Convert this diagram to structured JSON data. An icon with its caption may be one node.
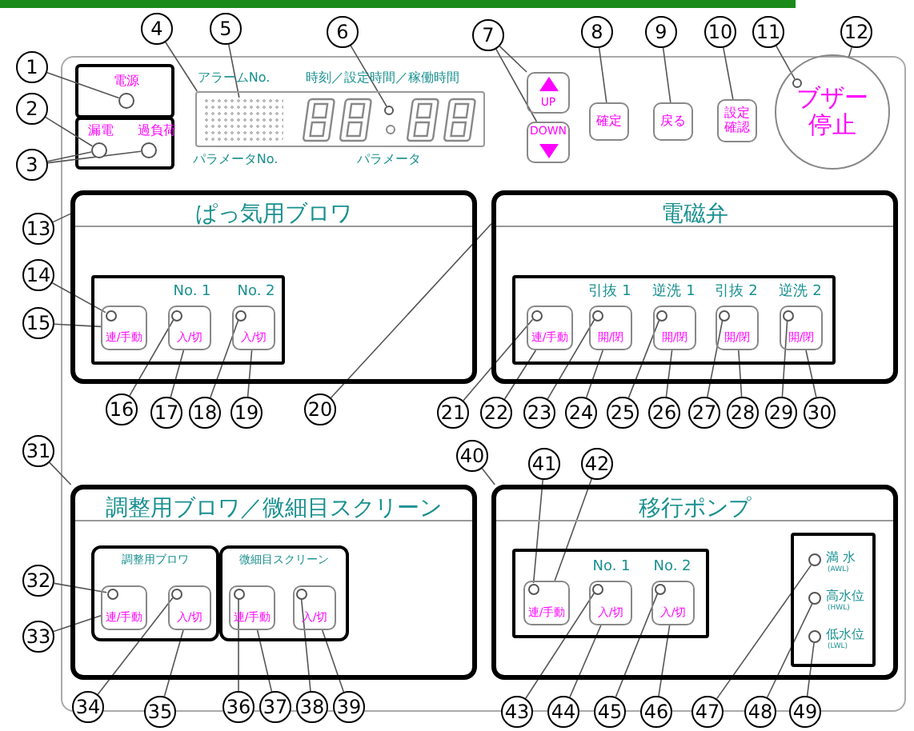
{
  "diagram": {
    "nodes": [
      {
        "text": [
          "1"
        ]
      },
      {
        "text": [
          "2"
        ]
      },
      {
        "text": [
          "3"
        ]
      },
      {
        "text": [
          "4"
        ]
      },
      {
        "text": [
          "5"
        ]
      },
      {
        "text": [
          "6"
        ]
      },
      {
        "text": [
          "7"
        ]
      },
      {
        "text": [
          "8"
        ]
      },
      {
        "text": [
          "9"
        ]
      },
      {
        "text": [
          "10"
        ]
      },
      {
        "text": [
          "11"
        ]
      },
      {
        "text": [
          "12"
        ]
      },
      {
        "text": [
          "13"
        ]
      },
      {
        "text": [
          "14"
        ]
      },
      {
        "text": [
          "15"
        ]
      },
      {
        "text": [
          "16"
        ]
      },
      {
        "text": [
          "17"
        ]
      },
      {
        "text": [
          "18"
        ]
      },
      {
        "text": [
          "19"
        ]
      },
      {
        "text": [
          "20"
        ]
      },
      {
        "text": [
          "21"
        ]
      },
      {
        "text": [
          "22"
        ]
      },
      {
        "text": [
          "23"
        ]
      },
      {
        "text": [
          "24"
        ]
      },
      {
        "text": [
          "25"
        ]
      },
      {
        "text": [
          "26"
        ]
      },
      {
        "text": [
          "27"
        ]
      },
      {
        "text": [
          "28"
        ]
      },
      {
        "text": [
          "29"
        ]
      },
      {
        "text": [
          "30"
        ]
      },
      {
        "text": [
          "31"
        ]
      },
      {
        "text": [
          "32"
        ]
      },
      {
        "text": [
          "33"
        ]
      },
      {
        "text": [
          "34"
        ]
      },
      {
        "text": [
          "35"
        ]
      },
      {
        "text": [
          "36"
        ]
      },
      {
        "text": [
          "37"
        ]
      },
      {
        "text": [
          "38"
        ]
      },
      {
        "text": [
          "39"
        ]
      },
      {
        "text": [
          "40"
        ]
      },
      {
        "text": [
          "41"
        ]
      },
      {
        "text": [
          "42"
        ]
      },
      {
        "text": [
          "43"
        ]
      },
      {
        "text": [
          "44"
        ]
      },
      {
        "text": [
          "45"
        ]
      },
      {
        "text": [
          "46"
        ]
      },
      {
        "text": [
          "47"
        ]
      },
      {
        "text": [
          "48"
        ]
      },
      {
        "text": [
          "49"
        ]
      },
      {
        "text": [],
        "shape": "circle",
        "beside": [
          "電源"
        ]
      },
      {
        "text": [],
        "shape": "circle",
        "beside": [
          "漏電"
        ]
      },
      {
        "text": [],
        "shape": "circle",
        "beside": [
          "過負荷"
        ]
      },
      {
        "text": [],
        "shape": "box"
      },
      {
        "text": [],
        "shape": "box",
        "in": 52
      },
      {
        "text": [],
        "shape": "circle",
        "in": 52
      },
      {
        "text": [
          "UP"
        ]
      },
      {
        "text": [
          "DOWN"
        ]
      },
      {
        "text": [
          "確定"
        ]
      },
      {
        "text": [
          "戻る"
        ]
      },
      {
        "text": [
          "設定確認"
        ]
      },
      {
        "text": [
          "ブザー停止"
        ]
      },
      {
        "text": [],
        "shape": "circle",
        "in": 60
      },
      {
        "text": [
          "ぱっ気用ブロワ"
        ]
      },
      {
        "text": [],
        "shape": "box",
        "in": 62
      },
      {
        "text": [
          "連/手動"
        ],
        "in": 63
      },
      {
        "text": [],
        "shape": "circle",
        "in": 64
      },
      {
        "text": [
          "入/切"
        ],
        "in": 63,
        "beside": [
          "No. 1"
        ]
      },
      {
        "text": [],
        "shape": "circle",
        "in": 66
      },
      {
        "text": [
          "入/切"
        ],
        "in": 63,
        "beside": [
          "No. 2"
        ]
      },
      {
        "text": [],
        "shape": "circle",
        "in": 68
      },
      {
        "text": [
          "電磁弁"
        ]
      },
      {
        "text": [],
        "shape": "box",
        "in": 70
      },
      {
        "text": [
          "連/手動"
        ],
        "in": 71
      },
      {
        "text": [],
        "shape": "circle",
        "in": 72
      },
      {
        "text": [
          "開/閉"
        ],
        "in": 71,
        "beside": [
          "引抜 1"
        ]
      },
      {
        "text": [],
        "shape": "circle",
        "in": 74
      },
      {
        "text": [
          "開/閉"
        ],
        "in": 71,
        "beside": [
          "逆洗 1"
        ]
      },
      {
        "text": [],
        "shape": "circle",
        "in": 76
      },
      {
        "text": [
          "開/閉"
        ],
        "in": 71,
        "beside": [
          "引抜 2"
        ]
      },
      {
        "text": [],
        "shape": "circle",
        "in": 78
      },
      {
        "text": [
          "開/閉"
        ],
        "in": 71,
        "beside": [
          "逆洗 2"
        ]
      },
      {
        "text": [],
        "shape": "circle",
        "in": 80
      },
      {
        "text": [
          "調整用ブロワ／微細目スクリーン"
        ]
      },
      {
        "text": [
          "調整用ブロワ"
        ],
        "in": 82
      },
      {
        "text": [
          "連/手動"
        ],
        "in": 83
      },
      {
        "text": [],
        "shape": "circle",
        "in": 84
      },
      {
        "text": [
          "入/切"
        ],
        "in": 83
      },
      {
        "text": [],
        "shape": "circle",
        "in": 86
      },
      {
        "text": [
          "微細目スクリーン"
        ],
        "in": 82
      },
      {
        "text": [
          "連/手動"
        ],
        "in": 88
      },
      {
        "text": [],
        "shape": "circle",
        "in": 89
      },
      {
        "text": [
          "入/切"
        ],
        "in": 88
      },
      {
        "text": [],
        "shape": "circle",
        "in": 91
      },
      {
        "text": [
          "移行ポンプ"
        ]
      },
      {
        "text": [],
        "shape": "box",
        "in": 93
      },
      {
        "text": [
          "連/手動"
        ],
        "in": 94
      },
      {
        "text": [],
        "shape": "circle",
        "in": 95
      },
      {
        "text": [
          "入/切"
        ],
        "in": 94,
        "beside": [
          "No. 1"
        ]
      },
      {
        "text": [],
        "shape": "circle",
        "in": 97
      },
      {
        "text": [
          "入/切"
        ],
        "in": 94,
        "beside": [
          "No. 2"
        ]
      },
      {
        "text": [],
        "shape": "circle",
        "in": 99
      },
      {
        "text": [],
        "shape": "box",
        "in": 93
      },
      {
        "text": [],
        "shape": "circle",
        "in": 101,
        "beside": [
          "満 水",
          "(AWL)"
        ]
      },
      {
        "text": [],
        "shape": "circle",
        "in": 101,
        "beside": [
          "高水位",
          "(HWL)"
        ]
      },
      {
        "text": [],
        "shape": "circle",
        "in": 101,
        "beside": [
          "低水位",
          "(LWL)"
        ]
      }
    ],
    "edges": [
      {
        "from": 0,
        "to": 49,
        "arrow": "none"
      },
      {
        "from": 1,
        "to": 50,
        "arrow": "none"
      },
      {
        "from": 2,
        "to": 50,
        "arrow": "none"
      },
      {
        "from": 2,
        "to": 51,
        "arrow": "none"
      },
      {
        "from": 3,
        "to": 52,
        "arrow": "none"
      },
      {
        "from": 4,
        "to": 53,
        "arrow": "none"
      },
      {
        "from": 5,
        "to": 54,
        "arrow": "none"
      },
      {
        "from": 6,
        "to": 55,
        "arrow": "none"
      },
      {
        "from": 6,
        "to": 56,
        "arrow": "none"
      },
      {
        "from": 7,
        "to": 57,
        "arrow": "none"
      },
      {
        "from": 8,
        "to": 58,
        "arrow": "none"
      },
      {
        "from": 9,
        "to": 59,
        "arrow": "none"
      },
      {
        "from": 10,
        "to": 61,
        "arrow": "none"
      },
      {
        "from": 11,
        "to": 60,
        "arrow": "none"
      },
      {
        "from": 12,
        "to": 62,
        "arrow": "none"
      },
      {
        "from": 13,
        "to": 65,
        "arrow": "none"
      },
      {
        "from": 14,
        "to": 64,
        "arrow": "none"
      },
      {
        "from": 15,
        "to": 67,
        "arrow": "none"
      },
      {
        "from": 16,
        "to": 66,
        "arrow": "none"
      },
      {
        "from": 17,
        "to": 69,
        "arrow": "none"
      },
      {
        "from": 18,
        "to": 68,
        "arrow": "none"
      },
      {
        "from": 19,
        "to": 70,
        "arrow": "none"
      },
      {
        "from": 20,
        "to": 73,
        "arrow": "none"
      },
      {
        "from": 21,
        "to": 72,
        "arrow": "none"
      },
      {
        "from": 22,
        "to": 75,
        "arrow": "none"
      },
      {
        "from": 23,
        "to": 74,
        "arrow": "none"
      },
      {
        "from": 24,
        "to": 77,
        "arrow": "none"
      },
      {
        "from": 25,
        "to": 76,
        "arrow": "none"
      },
      {
        "from": 26,
        "to": 79,
        "arrow": "none"
      },
      {
        "from": 27,
        "to": 78,
        "arrow": "none"
      },
      {
        "from": 28,
        "to": 81,
        "arrow": "none"
      },
      {
        "from": 29,
        "to": 80,
        "arrow": "none"
      },
      {
        "from": 30,
        "to": 82,
        "arrow": "none"
      },
      {
        "from": 31,
        "to": 85,
        "arrow": "none"
      },
      {
        "from": 32,
        "to": 84,
        "arrow": "none"
      },
      {
        "from": 33,
        "to": 87,
        "arrow": "none"
      },
      {
        "from": 34,
        "to": 86,
        "arrow": "none"
      },
      {
        "from": 35,
        "to": 90,
        "arrow": "none"
      },
      {
        "from": 36,
        "to": 89,
        "arrow": "none"
      },
      {
        "from": 37,
        "to": 92,
        "arrow": "none"
      },
      {
        "from": 38,
        "to": 91,
        "arrow": "none"
      },
      {
        "from": 39,
        "to": 93,
        "arrow": "none"
      },
      {
        "from": 40,
        "to": 96,
        "arrow": "none"
      },
      {
        "from": 41,
        "to": 95,
        "arrow": "none"
      },
      {
        "from": 42,
        "to": 98,
        "arrow": "none"
      },
      {
        "from": 43,
        "to": 97,
        "arrow": "none"
      },
      {
        "from": 44,
        "to": 100,
        "arrow": "none"
      },
      {
        "from": 45,
        "to": 99,
        "arrow": "none"
      },
      {
        "from": 46,
        "to": 102,
        "arrow": "none"
      },
      {
        "from": 47,
        "to": 103,
        "arrow": "none"
      },
      {
        "from": 48,
        "to": 104,
        "arrow": "none"
      }
    ],
    "labels": [
      "アラームNo.",
      "時刻／設定時間／稼働時間",
      "パラメータNo.",
      "パラメータ"
    ]
  }
}
